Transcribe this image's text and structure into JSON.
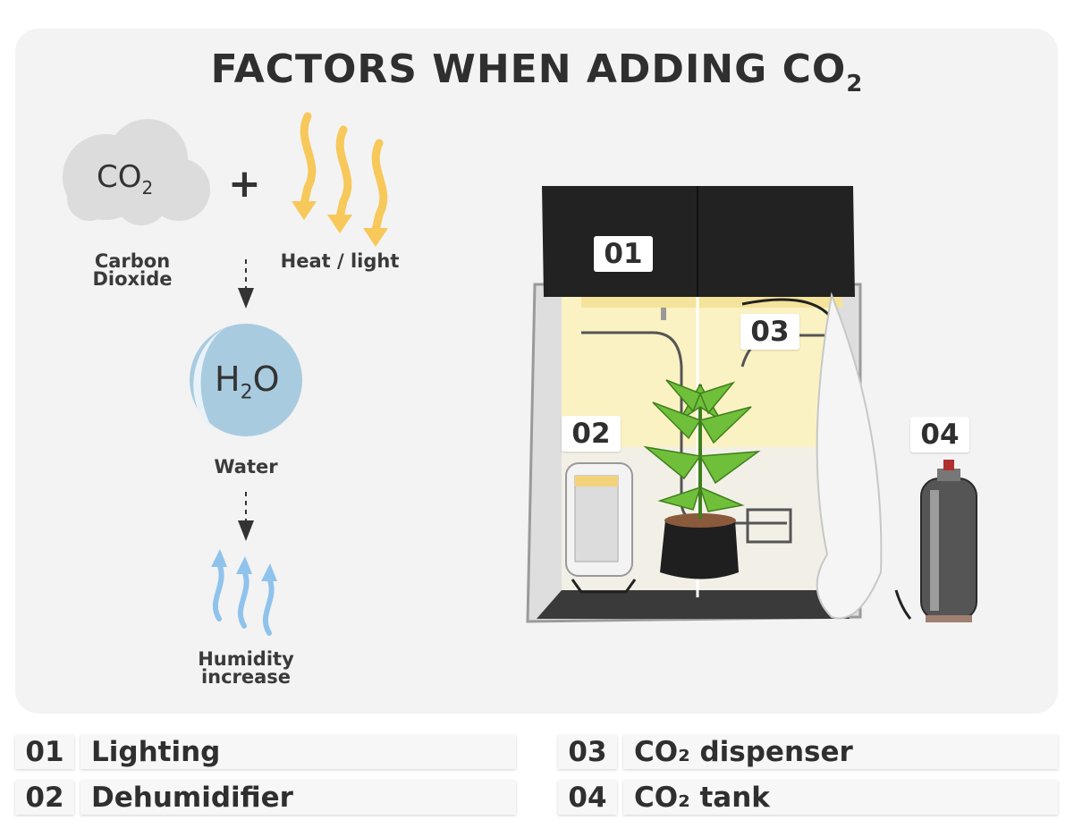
{
  "title": {
    "main": "FACTORS WHEN ADDING CO",
    "sub": "2"
  },
  "left": {
    "co2_text": "CO",
    "co2_sub": "2",
    "co2_caption_line1": "Carbon",
    "co2_caption_line2": "Dioxide",
    "plus": "+",
    "heat_caption": "Heat / light",
    "h2o_h": "H",
    "h2o_sub": "2",
    "h2o_o": "O",
    "water_caption": "Water",
    "humidity_line1": "Humidity",
    "humidity_line2": "increase"
  },
  "tent_labels": [
    "01",
    "02",
    "03",
    "04"
  ],
  "legend": [
    {
      "num": "01",
      "text": "Lighting"
    },
    {
      "num": "02",
      "text": "Dehumidifier"
    },
    {
      "num": "03",
      "text": "CO₂ dispenser"
    },
    {
      "num": "04",
      "text": "CO₂ tank"
    }
  ],
  "colors": {
    "cloud": "#dcdcdc",
    "heat": "#f7c85a",
    "water": "#a9cbe0",
    "humidity": "#8fc3ec",
    "tent_dark": "#222222",
    "light_glow": "#fbf2c4"
  },
  "icons": [
    "cloud-icon",
    "heat-wave-icon",
    "down-arrow-icon",
    "water-drop-icon",
    "humidity-arrow-icon",
    "grow-tent-icon",
    "plant-icon",
    "dehumidifier-icon",
    "co2-tank-icon"
  ]
}
